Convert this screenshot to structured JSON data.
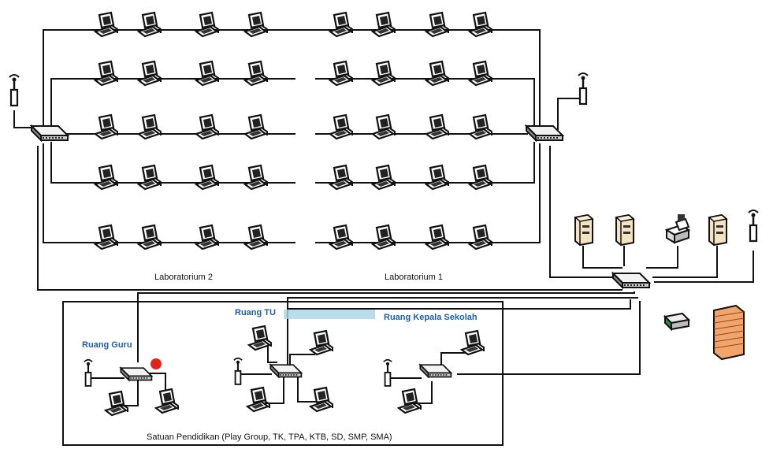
{
  "labels": {
    "lab2": "Laboratorium 2",
    "lab1": "Laboratorium 1",
    "ruang_tu": "Ruang TU",
    "ruang_kepala": "Ruang Kepala Sekolah",
    "ruang_guru": "Ruang Guru",
    "satuan": "Satuan Pendidikan (Play Group, TK, TPA, KTB, SD, SMP, SMA)"
  },
  "colors": {
    "line": "#111111",
    "highlight": "#a9d4ea",
    "red_dot": "#e2231a",
    "firewall": "#f2a46b",
    "server": "#f4e3c2"
  },
  "icons": {
    "workstation": "computer-icon",
    "switch": "switch-icon",
    "antenna": "antenna-icon",
    "server": "server-icon",
    "printer": "printer-icon",
    "router": "router-icon",
    "firewall": "firewall-icon"
  }
}
